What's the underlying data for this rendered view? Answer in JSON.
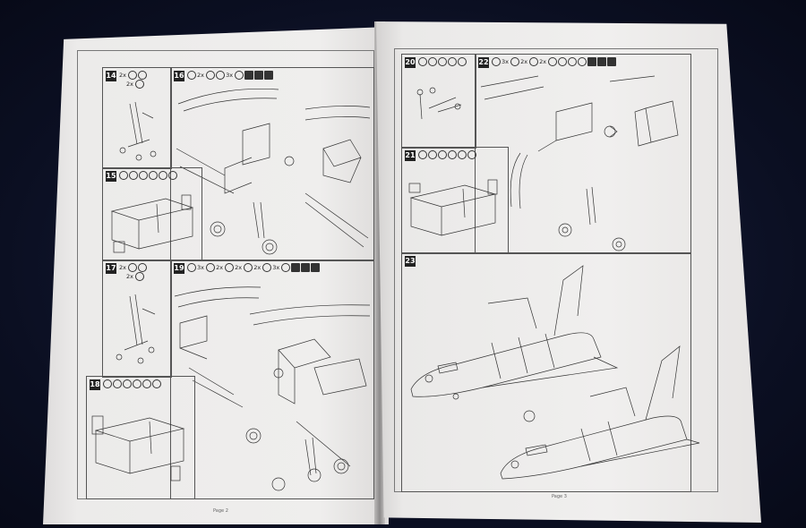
{
  "left_page": {
    "steps": [
      {
        "num": "14",
        "chips": "2x",
        "chips2": "2x"
      },
      {
        "num": "16",
        "chips": "2x",
        "chips2": "3x"
      },
      {
        "num": "15",
        "chips": ""
      },
      {
        "num": "17",
        "chips": "2x",
        "chips2": "2x"
      },
      {
        "num": "19",
        "chips": "3x",
        "chips2": "2x",
        "chips3": "2x",
        "chips4": "2x",
        "chips5": "3x"
      },
      {
        "num": "18",
        "chips": ""
      }
    ],
    "footer": "Page 2"
  },
  "right_page": {
    "steps": [
      {
        "num": "20",
        "chips": ""
      },
      {
        "num": "22",
        "chips": "3x",
        "chips2": "2x",
        "chips3": "2x"
      },
      {
        "num": "21",
        "chips": ""
      },
      {
        "num": "23",
        "chips": ""
      }
    ],
    "footer": "Page 3"
  },
  "colors": {
    "background": "#0b0f22",
    "paper": "#ecebea",
    "ink": "#333333"
  }
}
